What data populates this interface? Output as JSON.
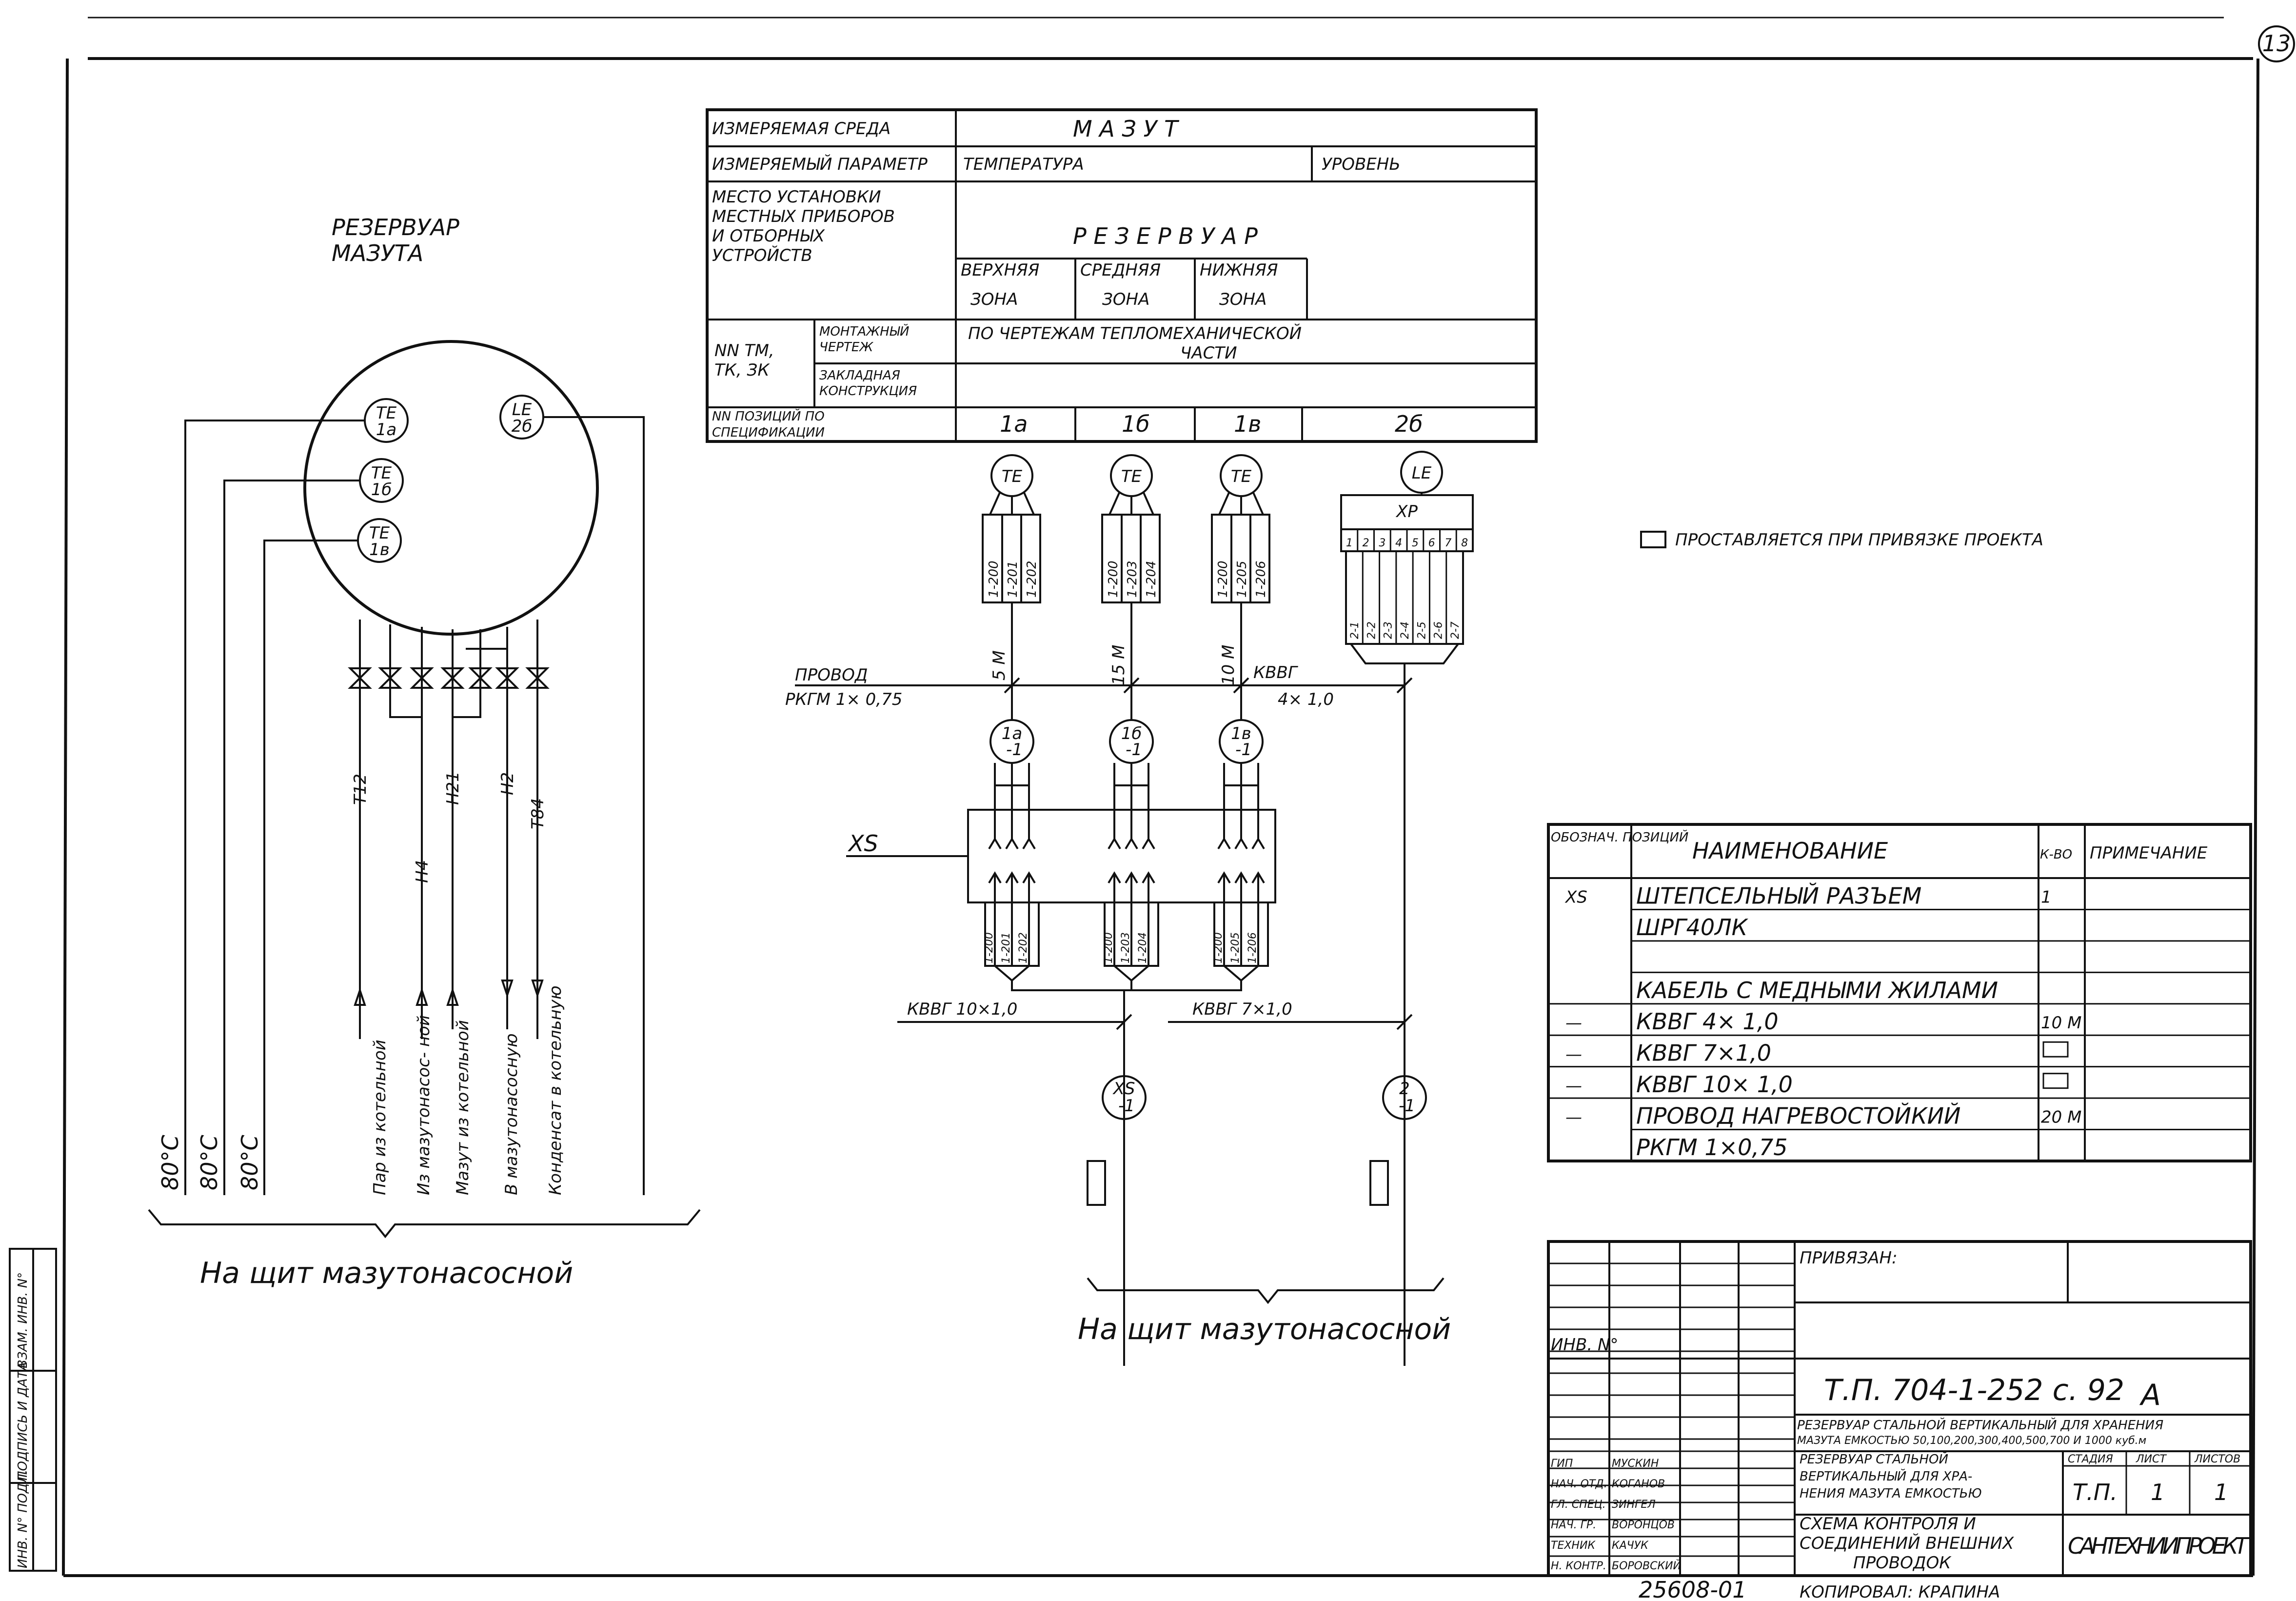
{
  "sheet": {
    "number": "13",
    "frame_color": "#111111"
  },
  "reservoir": {
    "title_line1": "РЕЗЕРВУАР",
    "title_line2": "МАЗУТА",
    "sensors": {
      "te1a": [
        "TE",
        "1а"
      ],
      "te1b": [
        "TE",
        "1б"
      ],
      "te1v": [
        "TE",
        "1в"
      ],
      "le2b": [
        "LE",
        "2б"
      ]
    },
    "temps": [
      "80°С",
      "80°С",
      "80°С"
    ],
    "pipe_codes": [
      "Т12",
      "Н4",
      "Н21",
      "Н2",
      "Т84"
    ],
    "pipe_labels": [
      "Пар из котельной",
      "Из мазутонасос-\nной",
      "Мазут из котельной",
      "В мазутонасосную",
      "Конденсат в котельную"
    ],
    "bottom_label": "На щит   мазутонасосной"
  },
  "table": {
    "row1_label": "ИЗМЕРЯЕМАЯ СРЕДА",
    "row1_value": "М   А   З   У   Т",
    "row2_label": "ИЗМЕРЯЕМЫЙ ПАРАМЕТР",
    "row2_temp": "ТЕМПЕРАТУРА",
    "row2_level": "УРОВЕНЬ",
    "row3_label": [
      "МЕСТО УСТАНОВКИ",
      "МЕСТНЫХ ПРИБОРОВ",
      "И ОТБОРНЫХ",
      "УСТРОЙСТВ"
    ],
    "row3_value": "Р Е З Е Р В У А Р",
    "zones": [
      [
        "ВЕРХНЯЯ",
        "ЗОНА"
      ],
      [
        "СРЕДНЯЯ",
        "ЗОНА"
      ],
      [
        "НИЖНЯЯ",
        "ЗОНА"
      ]
    ],
    "row4_label": [
      "NN ТМ,",
      "ТК, ЗК"
    ],
    "row4_sub1": [
      "МОНТАЖНЫЙ",
      "ЧЕРТЕЖ"
    ],
    "row4_sub2": [
      "ЗАКЛАДНАЯ",
      "КОНСТРУКЦИЯ"
    ],
    "row4_value": [
      "ПО ЧЕРТЕЖАМ ТЕПЛОМЕХАНИЧЕСКОЙ",
      "ЧАСТИ"
    ],
    "row5_label": [
      "NN ПОЗИЦИЙ ПО",
      "СПЕЦИФИКАЦИИ"
    ],
    "positions": [
      "1а",
      "1б",
      "1в",
      "2б"
    ]
  },
  "schematic": {
    "te": "TE",
    "le": "LE",
    "xp_label": "ХР",
    "xp_pins": [
      "1",
      "2",
      "3",
      "4",
      "5",
      "6",
      "7",
      "8"
    ],
    "xp_wires": [
      "2-1",
      "2-2",
      "2-3",
      "2-4",
      "2-5",
      "2-6",
      "2-7"
    ],
    "wires_col1": [
      "1-200",
      "1-201",
      "1-202"
    ],
    "wires_col2": [
      "1-200",
      "1-203",
      "1-204"
    ],
    "wires_col3": [
      "1-200",
      "1-205",
      "1-206"
    ],
    "lengths": [
      "5 М",
      "15 М",
      "10 М"
    ],
    "wire_label_line1": "ПРОВОД",
    "wire_label_line2": "РКГМ  1× 0,75",
    "kvvg_label_line1": "КВВГ",
    "kvvg_label_line2": "4× 1,0",
    "boxes": [
      [
        "1а",
        "-1"
      ],
      [
        "1б",
        "-1"
      ],
      [
        "1в",
        "-1"
      ]
    ],
    "xs_label": "XS",
    "cable_left": "КВВГ 10×1,0",
    "cable_right": "КВВГ 7×1,0",
    "term_left": [
      "XS",
      "-1"
    ],
    "term_right": [
      "2",
      "-1"
    ],
    "bottom_label": "На щит  мазутонасосной"
  },
  "legend_note": "ПРОСТАВЛЯЕТСЯ ПРИ ПРИВЯЗКЕ  ПРОЕКТА",
  "spec": {
    "headers": [
      "ОБОЗНАЧ. ПОЗИЦИЙ",
      "НАИМЕНОВАНИЕ",
      "К-ВО",
      "ПРИМЕЧАНИЕ"
    ],
    "rows": [
      {
        "pos": "XS",
        "name": "ШТЕПСЕЛЬНЫЙ РАЗЪЕМ",
        "qty": "1"
      },
      {
        "pos": "",
        "name": "ШРГ40ЛК",
        "qty": ""
      },
      {
        "pos": "",
        "name": "",
        "qty": ""
      },
      {
        "pos": "",
        "name": "КАБЕЛЬ С МЕДНЫМИ ЖИЛАМИ",
        "qty": ""
      },
      {
        "pos": "—",
        "name": "КВВГ 4× 1,0",
        "qty": "10 М"
      },
      {
        "pos": "—",
        "name": "КВВГ 7×1,0",
        "qty": ""
      },
      {
        "pos": "—",
        "name": "КВВГ 10× 1,0",
        "qty": ""
      },
      {
        "pos": "—",
        "name": "ПРОВОД  НАГРЕВОСТОЙКИЙ",
        "qty": "20 М"
      },
      {
        "pos": "",
        "name": "РКГМ  1×0,75",
        "qty": ""
      }
    ]
  },
  "title_block": {
    "privyazan": "ПРИВЯЗАН:",
    "inv_no": "ИНВ. N°",
    "code": "Т.П.  704-1-252 с. 92",
    "sheet_letter": "А",
    "project_title": [
      "РЕЗЕРВУАР СТАЛЬНОЙ ВЕРТИКАЛЬНЫЙ ДЛЯ ХРАНЕНИЯ",
      "МАЗУТА ЕМКОСТЬЮ 50,100,200,300,400,500,700 И 1000 куб.м"
    ],
    "object_title": [
      "РЕЗЕРВУАР СТАЛЬНОЙ",
      "ВЕРТИКАЛЬНЫЙ ДЛЯ ХРА-",
      "НЕНИЯ МАЗУТА ЕМКОСТЬЮ"
    ],
    "drawing_title": [
      "СХЕМА КОНТРОЛЯ И",
      "СОЕДИНЕНИЙ ВНЕШНИХ",
      "ПРОВОДОК"
    ],
    "stage_headers": [
      "СТАДИЯ",
      "ЛИСТ",
      "ЛИСТОВ"
    ],
    "stage_values": [
      "Т.П.",
      "1",
      "1"
    ],
    "org": "САНТЕХНИИПРОЕКТ",
    "roles": [
      "ГИП",
      "НАЧ. ОТД.",
      "ГЛ. СПЕЦ.",
      "НАЧ. ГР.",
      "ТЕХНИК",
      "Н. КОНТР."
    ],
    "names": [
      "МУСКИН",
      "КОГАНОВ",
      "ЗИНГЕЛ",
      "ВОРОНЦОВ",
      "КАЧУК",
      "БОРОВСКИЙ"
    ],
    "doc_number": "25608-01",
    "copied_by": "КОПИРОВАЛ: КРАПИНА"
  },
  "side_stamp": [
    "ИНВ. N° ПОДЛ.",
    "ПОДПИСЬ И ДАТА",
    "ВЗАМ. ИНВ. N°"
  ]
}
